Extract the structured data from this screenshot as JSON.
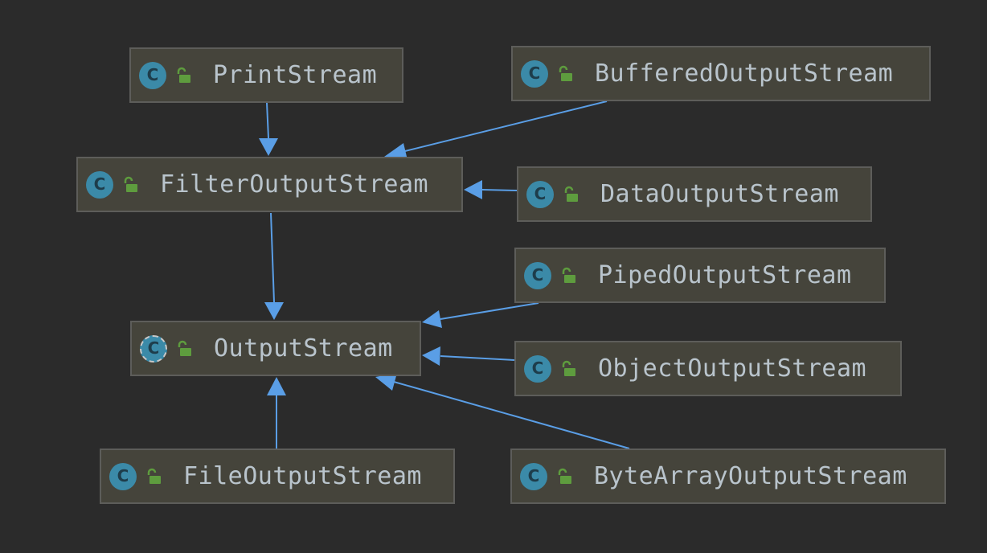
{
  "diagram": {
    "nodes": {
      "print_stream": {
        "label": "PrintStream",
        "icon": "class-icon"
      },
      "buffered_output_stream": {
        "label": "BufferedOutputStream",
        "icon": "class-icon"
      },
      "filter_output_stream": {
        "label": "FilterOutputStream",
        "icon": "class-icon"
      },
      "data_output_stream": {
        "label": "DataOutputStream",
        "icon": "class-icon"
      },
      "piped_output_stream": {
        "label": "PipedOutputStream",
        "icon": "class-icon"
      },
      "output_stream": {
        "label": "OutputStream",
        "icon": "abstract-class-icon"
      },
      "object_output_stream": {
        "label": "ObjectOutputStream",
        "icon": "class-icon"
      },
      "file_output_stream": {
        "label": "FileOutputStream",
        "icon": "class-icon"
      },
      "byte_array_output_stream": {
        "label": "ByteArrayOutputStream",
        "icon": "class-icon"
      }
    },
    "icon_letter": "C",
    "colors": {
      "background": "#2b2b2b",
      "node_fill": "#45443b",
      "node_border": "#5d5d5a",
      "class_icon": "#3b8aa8",
      "lock_icon": "#5e9c3e",
      "label_text": "#b9c4cc",
      "arrow": "#5a9ee6"
    },
    "edges": [
      {
        "from": "print_stream",
        "to": "filter_output_stream"
      },
      {
        "from": "buffered_output_stream",
        "to": "filter_output_stream"
      },
      {
        "from": "data_output_stream",
        "to": "filter_output_stream"
      },
      {
        "from": "filter_output_stream",
        "to": "output_stream"
      },
      {
        "from": "piped_output_stream",
        "to": "output_stream"
      },
      {
        "from": "object_output_stream",
        "to": "output_stream"
      },
      {
        "from": "byte_array_output_stream",
        "to": "output_stream"
      },
      {
        "from": "file_output_stream",
        "to": "output_stream"
      }
    ]
  }
}
